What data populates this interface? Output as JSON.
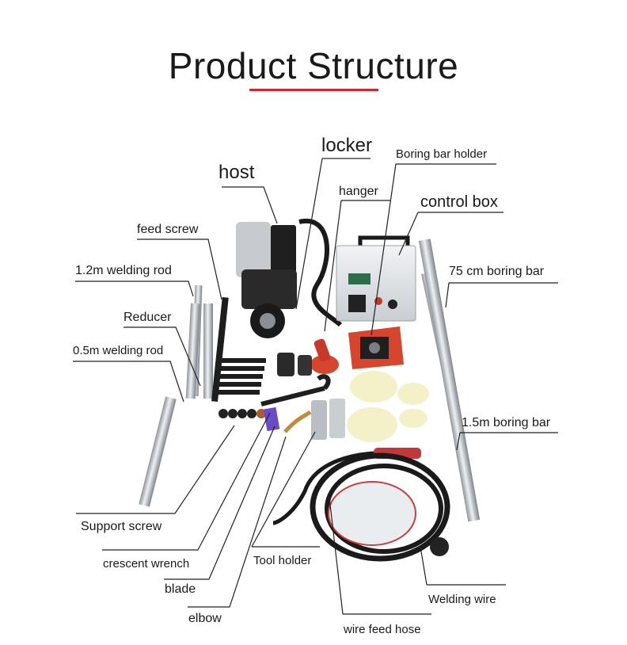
{
  "title": "Product Structure",
  "colors": {
    "accent": "#d8232a",
    "leader": "#222222"
  },
  "labels": {
    "locker": "locker",
    "boring_bar_holder": "Boring bar holder",
    "host": "host",
    "hanger": "hanger",
    "control_box": "control box",
    "feed_screw": "feed screw",
    "welding_rod_12": "1.2m welding rod",
    "boring_bar_75": "75 cm boring bar",
    "reducer": "Reducer",
    "welding_rod_05": "0.5m welding rod",
    "boring_bar_15": "1.5m boring bar",
    "support_screw": "Support screw",
    "crescent_wrench": "crescent wrench",
    "tool_holder": "Tool holder",
    "blade": "blade",
    "welding_wire": "Welding wire",
    "elbow": "elbow",
    "wire_feed_hose": "wire feed hose"
  }
}
